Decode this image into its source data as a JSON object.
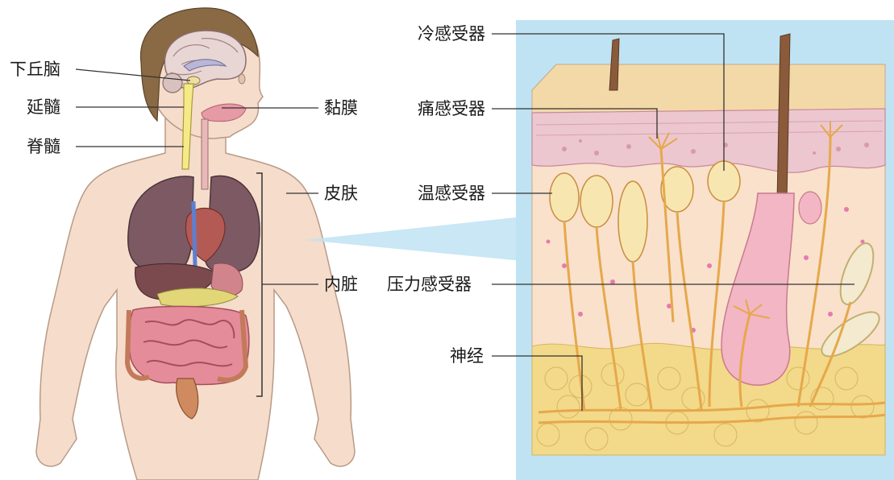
{
  "body_labels": {
    "hypothalamus": "下丘脑",
    "medulla": "延髓",
    "spinal_cord": "脊髓",
    "mucosa": "黏膜",
    "skin": "皮肤",
    "viscera": "内脏"
  },
  "skin_labels": {
    "cold_receptor": "冷感受器",
    "pain_receptor": "痛感受器",
    "warm_receptor": "温感受器",
    "pressure_receptor": "压力感受器",
    "nerve": "神经"
  },
  "colors": {
    "body_skin": "#f6dccb",
    "hair": "#8a6a45",
    "inset_background": "#bfe3f3",
    "epidermis": "#ecc7cf",
    "dermis": "#f9e1cc",
    "fat": "#f3d98a",
    "nerve": "#e6a84a",
    "spinal_cord": "#f4ea88",
    "lung": "#7d5a63",
    "intestine": "#e58c9a",
    "liver": "#7b4a4e",
    "leader_line": "#333333"
  }
}
